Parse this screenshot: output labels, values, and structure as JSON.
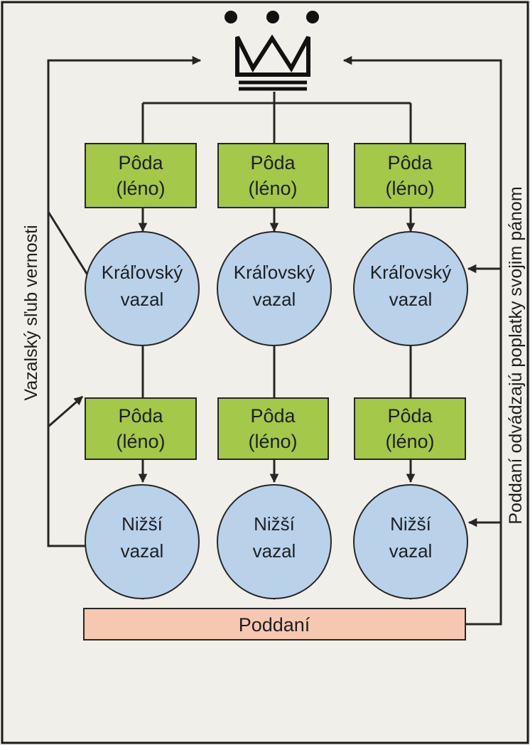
{
  "crown": {
    "icon": "crown-icon"
  },
  "columns": [
    {
      "land_upper": {
        "line1": "Pôda",
        "line2": "(léno)"
      },
      "royal_vassal": {
        "line1": "Kráľovský",
        "line2": "vazal"
      },
      "land_lower": {
        "line1": "Pôda",
        "line2": "(léno)"
      },
      "lower_vassal": {
        "line1": "Nižší",
        "line2": "vazal"
      }
    },
    {
      "land_upper": {
        "line1": "Pôda",
        "line2": "(léno)"
      },
      "royal_vassal": {
        "line1": "Kráľovský",
        "line2": "vazal"
      },
      "land_lower": {
        "line1": "Pôda",
        "line2": "(léno)"
      },
      "lower_vassal": {
        "line1": "Nižší",
        "line2": "vazal"
      }
    },
    {
      "land_upper": {
        "line1": "Pôda",
        "line2": "(léno)"
      },
      "royal_vassal": {
        "line1": "Kráľovský",
        "line2": "vazal"
      },
      "land_lower": {
        "line1": "Pôda",
        "line2": "(léno)"
      },
      "lower_vassal": {
        "line1": "Nižší",
        "line2": "vazal"
      }
    }
  ],
  "subjects": {
    "label": "Poddaní"
  },
  "side_labels": {
    "left": "Vazalský sľub vernosti",
    "right": "Poddaní odvádzajú poplatky svojim pánom"
  },
  "colors": {
    "land_fill": "#a3c84a",
    "vassal_fill": "#b9d2ea",
    "subjects_fill": "#f6c8b2",
    "line": "#262626"
  }
}
